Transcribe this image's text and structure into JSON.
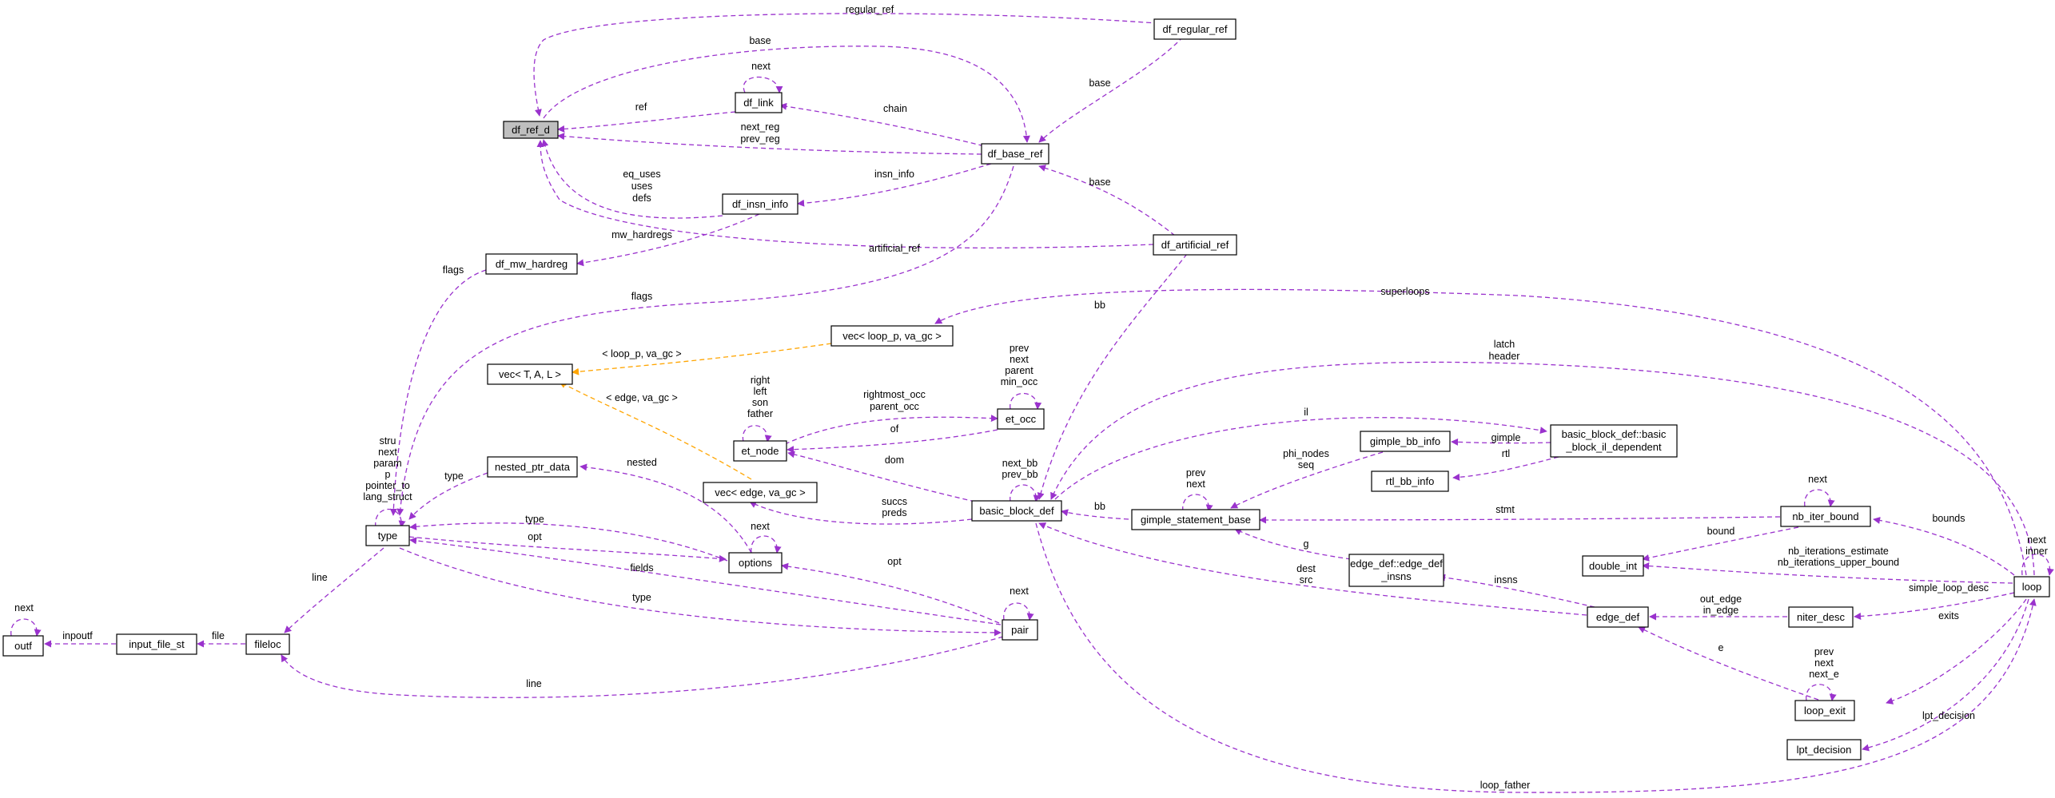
{
  "colors": {
    "usage": "#9a32cd",
    "template": "#ffa500",
    "highlight": "#bfbfbf",
    "text": "#000000"
  },
  "nodes": {
    "df_ref_d": "df_ref_d",
    "df_regular_ref": "df_regular_ref",
    "df_link": "df_link",
    "df_base_ref": "df_base_ref",
    "df_insn_info": "df_insn_info",
    "df_artificial_ref": "df_artificial_ref",
    "df_mw_hardreg": "df_mw_hardreg",
    "vec_loop": "vec< loop_p, va_gc >",
    "vec_tal": "vec< T, A, L >",
    "et_occ": "et_occ",
    "et_node": "et_node",
    "nested_ptr_data": "nested_ptr_data",
    "vec_edge": "vec< edge, va_gc >",
    "basic_block_def": "basic_block_def",
    "gimple_bb_info": "gimple_bb_info",
    "bb_il_dep_1": "basic_block_def::basic",
    "bb_il_dep_2": "_block_il_dependent",
    "rtl_bb_info": "rtl_bb_info",
    "gimple_statement_base": "gimple_statement_base",
    "type": "type",
    "options": "options",
    "edge_def_insns_1": "edge_def::edge_def",
    "edge_def_insns_2": "_insns",
    "nb_iter_bound": "nb_iter_bound",
    "double_int": "double_int",
    "loop": "loop",
    "outf": "outf",
    "input_file_st": "input_file_st",
    "fileloc": "fileloc",
    "pair": "pair",
    "edge_def": "edge_def",
    "niter_desc": "niter_desc",
    "loop_exit": "loop_exit",
    "lpt_decision": "lpt_decision"
  },
  "labels": {
    "regular_ref": "regular_ref",
    "base_top": "base",
    "base_regular": "base",
    "next_link": "next",
    "ref": "ref",
    "chain": "chain",
    "next_reg": "next_reg",
    "prev_reg": "prev_reg",
    "insn_info": "insn_info",
    "eq_uses": "eq_uses",
    "uses": "uses",
    "defs": "defs",
    "base_artificial": "base",
    "mw_hardregs": "mw_hardregs",
    "artificial_ref": "artificial_ref",
    "flags_mw": "flags",
    "flags_base": "flags",
    "bb": "bb",
    "superloops": "superloops",
    "loop_p_va_gc": "< loop_p, va_gc >",
    "latch": "latch",
    "header": "header",
    "occ_prev": "prev",
    "occ_next": "next",
    "occ_parent": "parent",
    "occ_min_occ": "min_occ",
    "node_right": "right",
    "node_left": "left",
    "node_son": "son",
    "node_father": "father",
    "rightmost_occ": "rightmost_occ",
    "parent_occ": "parent_occ",
    "of": "of",
    "edge_va_gc": "< edge, va_gc >",
    "il": "il",
    "gimple": "gimple",
    "rtl": "rtl",
    "phi_nodes": "phi_nodes",
    "seq": "seq",
    "gs_prev": "prev",
    "gs_next": "next",
    "next_bb": "next_bb",
    "prev_bb": "prev_bb",
    "dom": "dom",
    "type_stru": "stru",
    "type_next": "next",
    "type_param": "param",
    "type_p": "p",
    "type_pointer_to": "pointer_to",
    "type_lang_struct": "lang_struct",
    "nested_type": "type",
    "nested": "nested",
    "opt_type": "type",
    "opt_opt": "opt",
    "options_next": "next",
    "succs": "succs",
    "preds": "preds",
    "bb_gs": "bb",
    "stmt": "stmt",
    "nb_next": "next",
    "bounds": "bounds",
    "loop_next": "next",
    "loop_inner": "inner",
    "bound": "bound",
    "g": "g",
    "nb_iterations_estimate": "nb_iterations_estimate",
    "nb_iterations_upper_bound": "nb_iterations_upper_bound",
    "insns": "insns",
    "dest": "dest",
    "src": "src",
    "simple_loop_desc": "simple_loop_desc",
    "out_edge": "out_edge",
    "in_edge": "in_edge",
    "exits": "exits",
    "line_type": "line",
    "pair_opt": "opt",
    "fields": "fields",
    "pair_type": "type",
    "pair_next": "next",
    "outf_next": "next",
    "inpoutf": "inpoutf",
    "file": "file",
    "line_pair": "line",
    "e": "e",
    "exit_prev": "prev",
    "exit_next": "next",
    "exit_next_e": "next_e",
    "lpt_decision_edge": "lpt_decision",
    "loop_father": "loop_father"
  }
}
